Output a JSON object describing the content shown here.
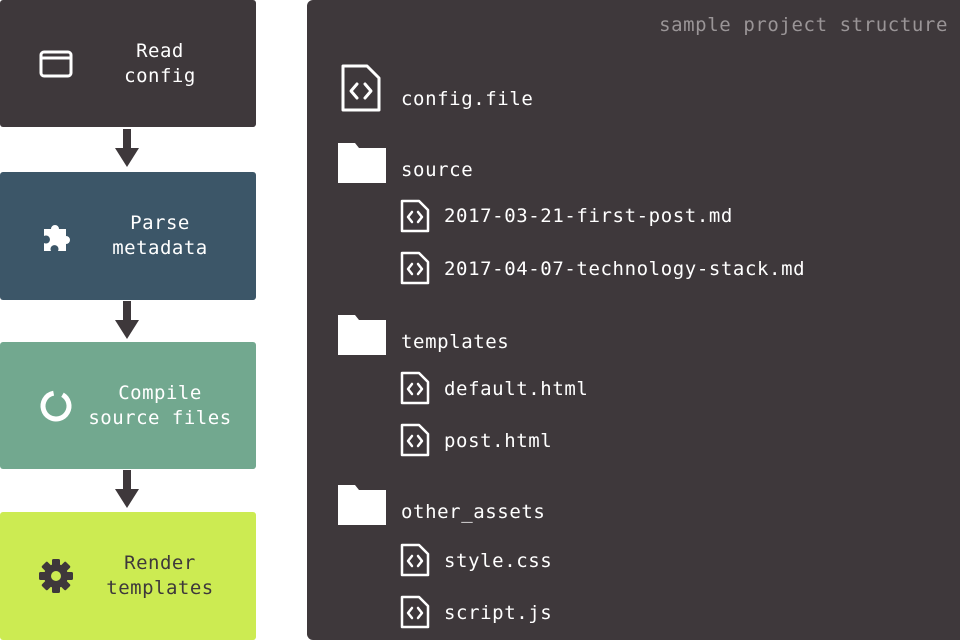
{
  "pipeline": {
    "steps": [
      {
        "id": "read",
        "label": "Read\nconfig",
        "icon": "window-icon",
        "color": "#3e383b"
      },
      {
        "id": "parse",
        "label": "Parse\nmetadata",
        "icon": "puzzle-icon",
        "color": "#3c5668"
      },
      {
        "id": "compile",
        "label": "Compile\nsource files",
        "icon": "loading-ring-icon",
        "color": "#72a88f"
      },
      {
        "id": "render",
        "label": "Render\ntemplates",
        "icon": "gear-icon",
        "color": "#cceb52"
      }
    ]
  },
  "structure": {
    "caption": "sample project structure",
    "items": [
      {
        "type": "file",
        "name": "config.file"
      },
      {
        "type": "folder",
        "name": "source"
      },
      {
        "type": "file",
        "name": "2017-03-21-first-post.md"
      },
      {
        "type": "file",
        "name": "2017-04-07-technology-stack.md"
      },
      {
        "type": "folder",
        "name": "templates"
      },
      {
        "type": "file",
        "name": "default.html"
      },
      {
        "type": "file",
        "name": "post.html"
      },
      {
        "type": "folder",
        "name": "other_assets"
      },
      {
        "type": "file",
        "name": "style.css"
      },
      {
        "type": "file",
        "name": "script.js"
      }
    ]
  }
}
